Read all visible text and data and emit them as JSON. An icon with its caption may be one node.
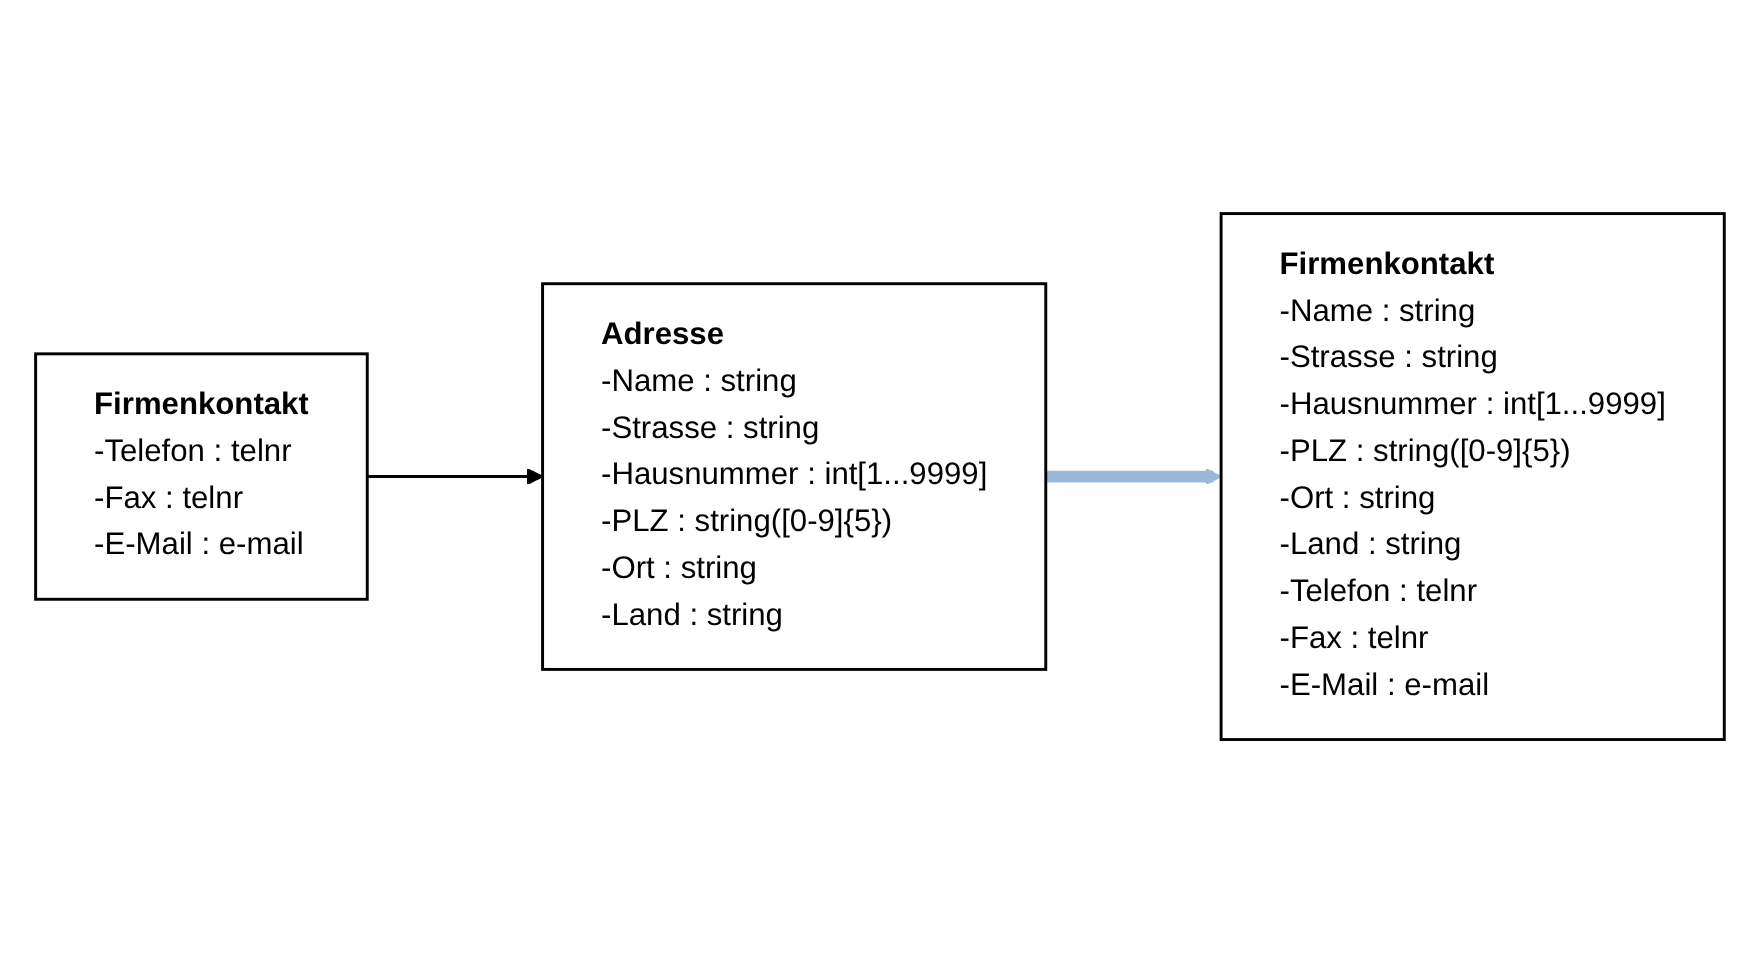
{
  "diagram": {
    "nodes": [
      {
        "text": [
          "Adresse",
          "-Name : string",
          "-Strasse : string",
          "-Hausnummer : int[1...9999]",
          "-PLZ : string([0-9]{5})",
          "-Ort : string",
          "-Land : string"
        ]
      },
      {
        "text": [
          "Firmenkontakt",
          "-Telefon : telnr",
          "-Fax : telnr",
          "-E-Mail : e-mail"
        ]
      },
      {
        "text": [
          "Firmenkontakt",
          "-Name : string",
          "-Strasse : string",
          "-Hausnummer : int[1...9999]",
          "-PLZ : string([0-9]{5})",
          "-Ort : string",
          "-Land : string",
          "-Telefon : telnr",
          "-Fax : telnr",
          "-E-Mail : e-mail"
        ]
      }
    ],
    "edges": [
      {
        "from": 1,
        "to": 0,
        "arrow": "to"
      },
      {
        "from": 0,
        "to": 2,
        "arrow": "to",
        "style": "thick",
        "color": "#9bb7d9"
      }
    ]
  }
}
